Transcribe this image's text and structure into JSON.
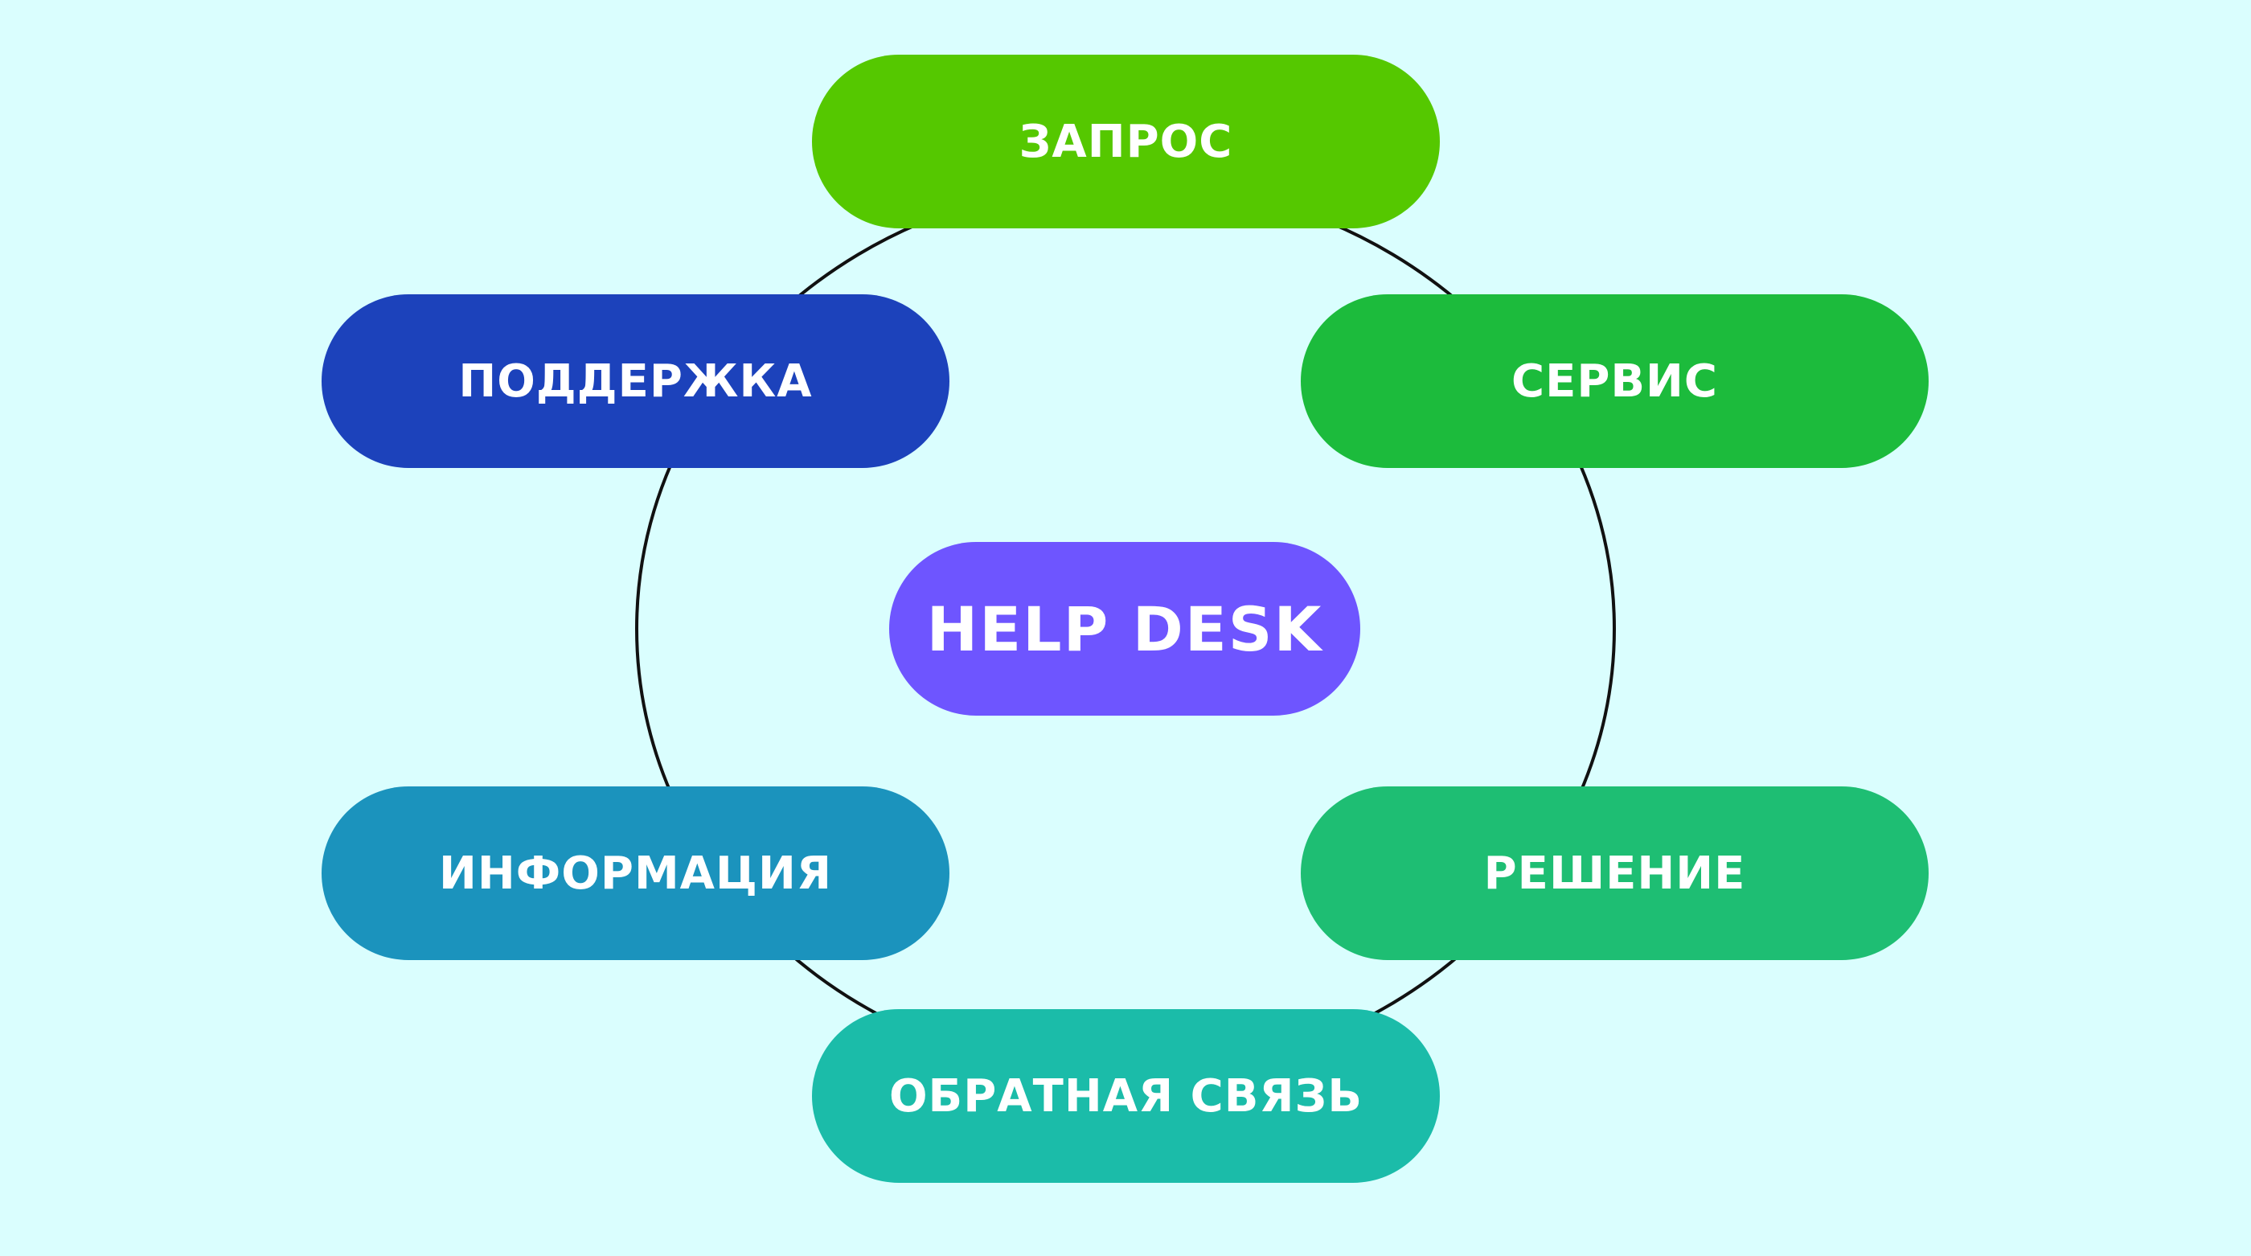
{
  "diagram": {
    "center": {
      "label": "HELP DESK",
      "color": "#6e55ff"
    },
    "nodes": [
      {
        "id": "zapros",
        "label": "ЗАПРОС",
        "color": "#55c800"
      },
      {
        "id": "servis",
        "label": "СЕРВИС",
        "color": "#1cbb3c"
      },
      {
        "id": "reshenie",
        "label": "РЕШЕНИЕ",
        "color": "#1ebe73"
      },
      {
        "id": "obratnaya",
        "label": "ОБРАТНАЯ СВЯЗЬ",
        "color": "#1bbca9"
      },
      {
        "id": "informatsiya",
        "label": "ИНФОРМАЦИЯ",
        "color": "#1b93bd"
      },
      {
        "id": "podderzhka",
        "label": "ПОДДЕРЖКА",
        "color": "#1c42bb"
      }
    ],
    "background_color": "#dafefe",
    "ring_color": "#111111"
  }
}
